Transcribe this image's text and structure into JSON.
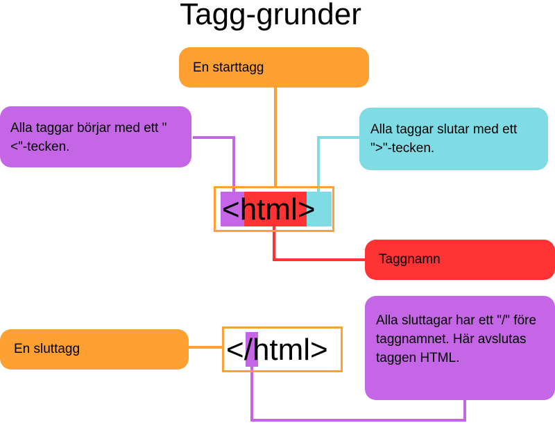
{
  "title": "Tagg-grunder",
  "labels": {
    "start_tag": "En starttagg",
    "opens": "Alla taggar börjar med ett \"<\"-tecken.",
    "closes": "Alla taggar slutar med ett \">\"-tecken.",
    "tag_name": "Taggnamn",
    "end_tag": "En sluttagg",
    "slash": "Alla sluttagar har ett \"/\" före taggnamnet. Här avslutas taggen HTML."
  },
  "code": {
    "lt": "<",
    "name": "html",
    "gt": ">",
    "end_lt": "<",
    "slash": "/",
    "end_rest": "html>"
  },
  "colors": {
    "orange": "#ffa033",
    "purple": "#c566e6",
    "cyan": "#80dce4",
    "red": "#ff3333"
  }
}
